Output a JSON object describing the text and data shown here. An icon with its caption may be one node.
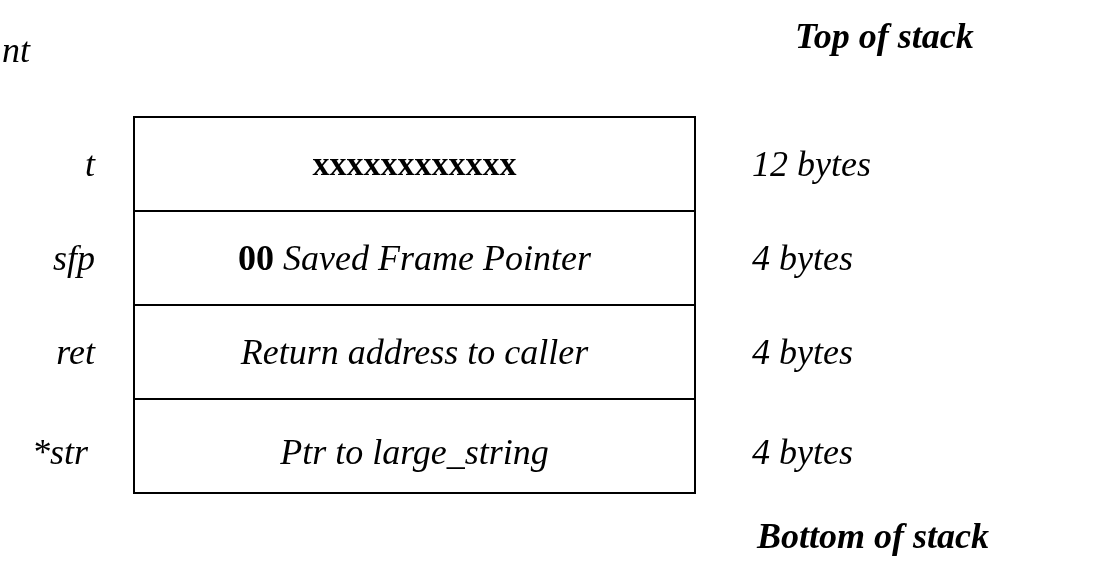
{
  "diagram": {
    "nodes": [
      {
        "text": [
          "xxxxxxxxxxxx"
        ],
        "beside": [
          "t",
          "12 bytes"
        ]
      },
      {
        "text": [
          "**00** *Saved Frame Pointer*"
        ],
        "beside": [
          "sfp",
          "4 bytes"
        ]
      },
      {
        "text": [
          "Return address to caller"
        ],
        "beside": [
          "ret",
          "4 bytes"
        ]
      },
      {
        "text": [
          "Ptr to large_string"
        ],
        "beside": [
          "*str",
          "4 bytes"
        ]
      }
    ],
    "labels": [
      "nt",
      "Top of stack",
      "Bottom of stack"
    ]
  }
}
